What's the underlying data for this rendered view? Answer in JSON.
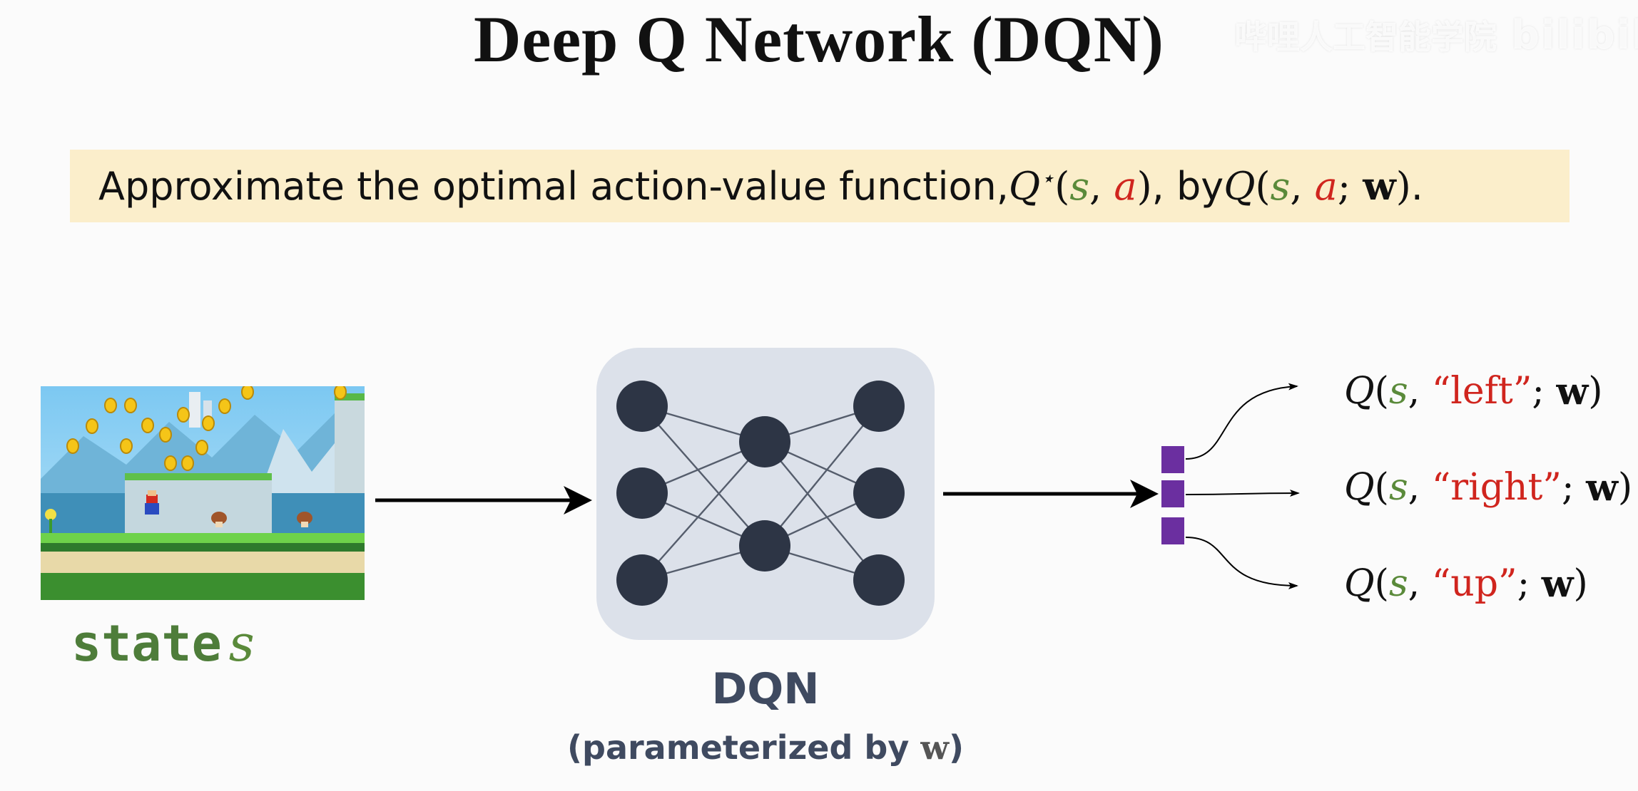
{
  "title": "Deep Q Network (DQN)",
  "watermark": {
    "text": "哔哩人工智能学院",
    "logo": "bilibili"
  },
  "banner": {
    "prefix": "Approximate the optimal action-value function, ",
    "q_star": "Q",
    "star": "⋆",
    "s": "s",
    "a": "a",
    "mid": ", by ",
    "q": "Q",
    "w": "w",
    "end": "."
  },
  "state": {
    "label": "state",
    "symbol": "s"
  },
  "network": {
    "name": "DQN",
    "subtitle_prefix": "(parameterized by ",
    "subtitle_w": "w",
    "subtitle_suffix": ")"
  },
  "outputs": [
    {
      "q": "Q",
      "s": "s",
      "action": "“left”",
      "w": "w"
    },
    {
      "q": "Q",
      "s": "s",
      "action": "“right”",
      "w": "w"
    },
    {
      "q": "Q",
      "s": "s",
      "action": "“up”",
      "w": "w"
    }
  ],
  "colors": {
    "state_green": "#5a8a3a",
    "action_red": "#d0251e",
    "banner_bg": "#fbeecb",
    "network_box": "#dce1ea",
    "node": "#2d3545",
    "output_vector": "#6b2fa0"
  },
  "icons": [
    "mario-game-screenshot",
    "neural-network-icon",
    "arrow-right-icon"
  ]
}
